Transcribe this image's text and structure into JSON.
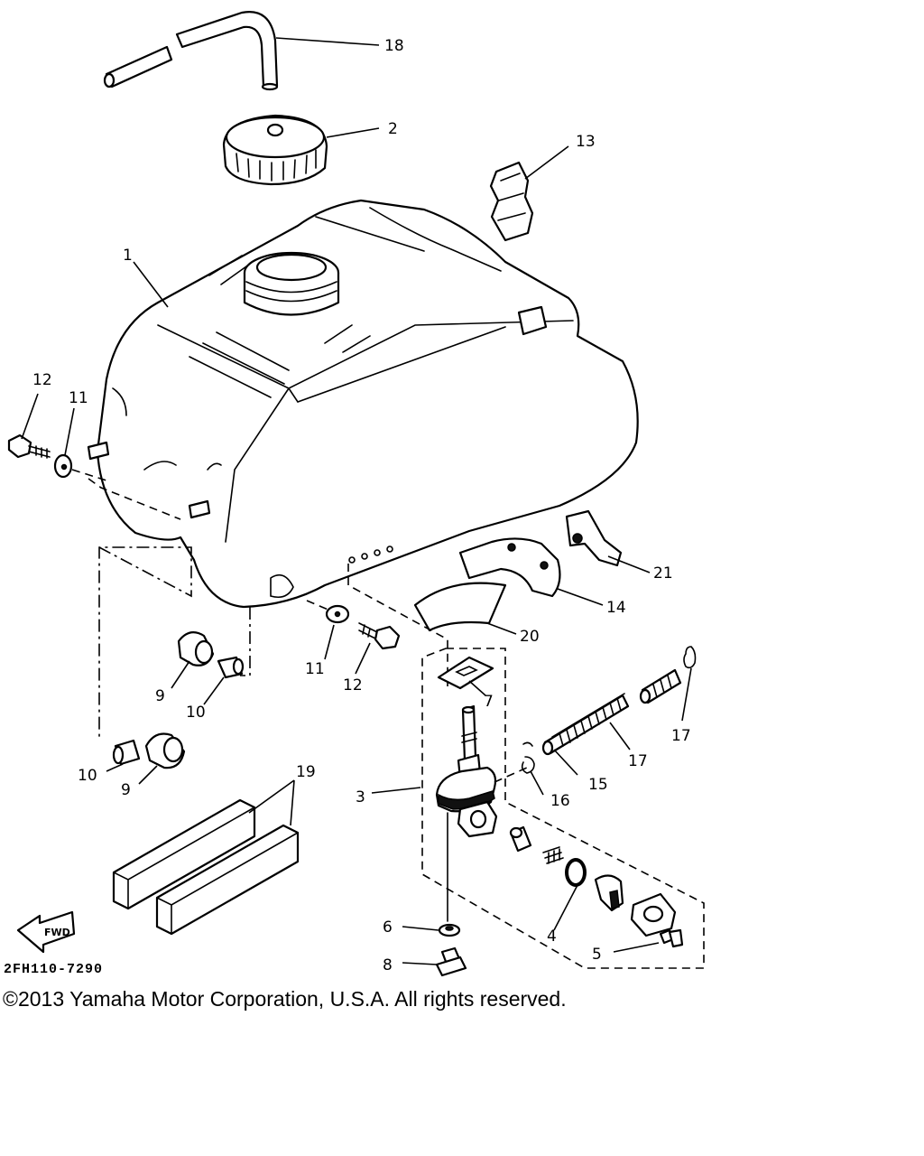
{
  "diagram_code": "2FH110-7290",
  "fwd_label": "FWD",
  "copyright": "©2013 Yamaha Motor Corporation, U.S.A. All rights reserved.",
  "callouts": [
    "1",
    "2",
    "3",
    "4",
    "5",
    "6",
    "7",
    "8",
    "9",
    "9",
    "10",
    "10",
    "11",
    "11",
    "12",
    "12",
    "13",
    "14",
    "15",
    "16",
    "16",
    "17",
    "18",
    "19",
    "20",
    "21"
  ]
}
